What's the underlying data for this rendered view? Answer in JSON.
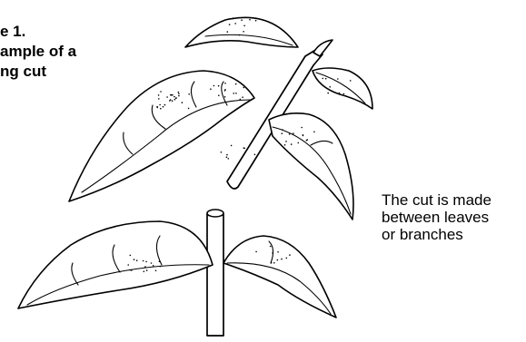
{
  "caption": {
    "line1": "e 1.",
    "line2": "ample of a",
    "line3": "ng cut"
  },
  "annotation": {
    "line1": "The cut is made",
    "line2": "between leaves",
    "line3": "or branches"
  }
}
